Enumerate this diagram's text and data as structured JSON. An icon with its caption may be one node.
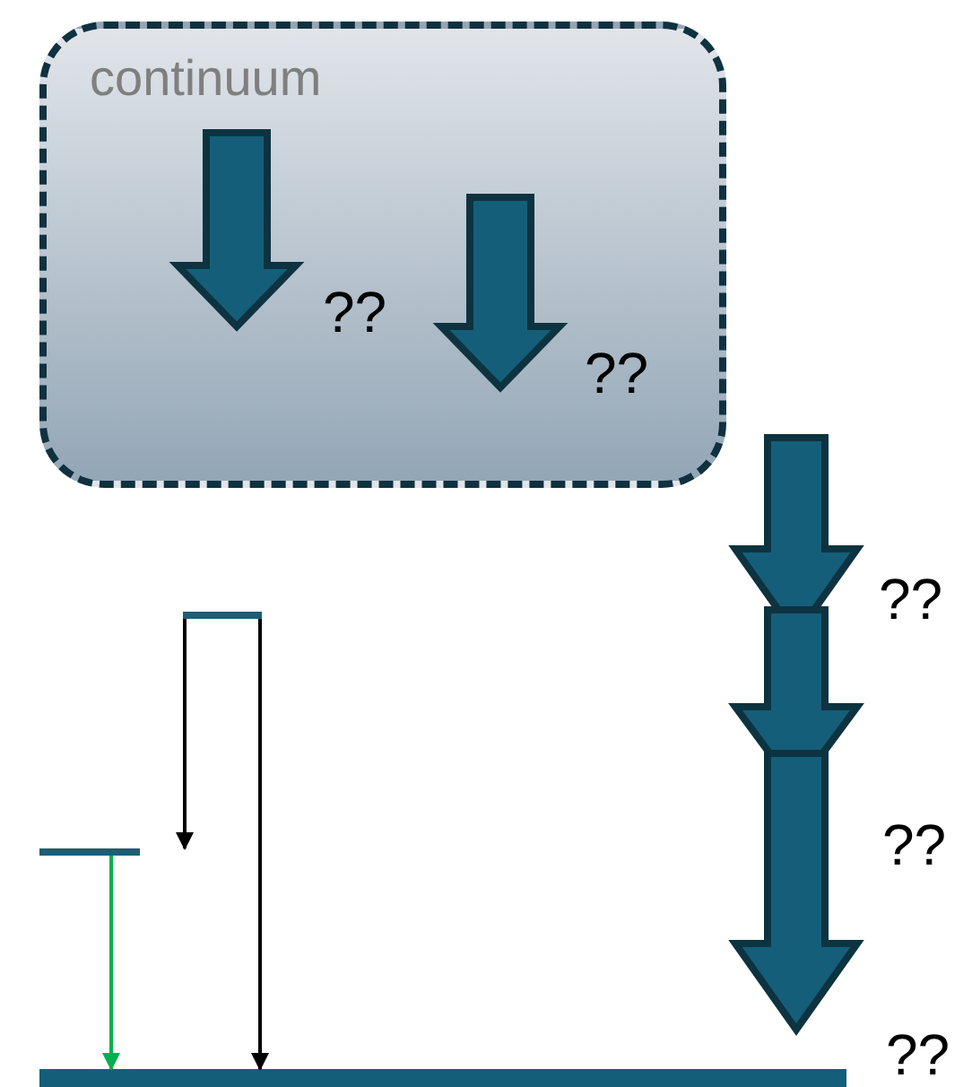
{
  "diagram": {
    "nodes": [
      {
        "text": [
          "continuum"
        ]
      },
      {
        "text": [],
        "shape": "bar"
      },
      {
        "text": [],
        "shape": "bar"
      },
      {
        "text": [],
        "shape": "bar"
      }
    ],
    "edges": [
      {
        "from": 1,
        "to": 2,
        "arrow": "to"
      },
      {
        "from": 1,
        "to": 3,
        "arrow": "to"
      },
      {
        "from": 2,
        "to": 3,
        "arrow": "to",
        "color": "#00b050"
      }
    ],
    "labels": [
      "??",
      "??",
      "??",
      "??",
      "??"
    ]
  }
}
